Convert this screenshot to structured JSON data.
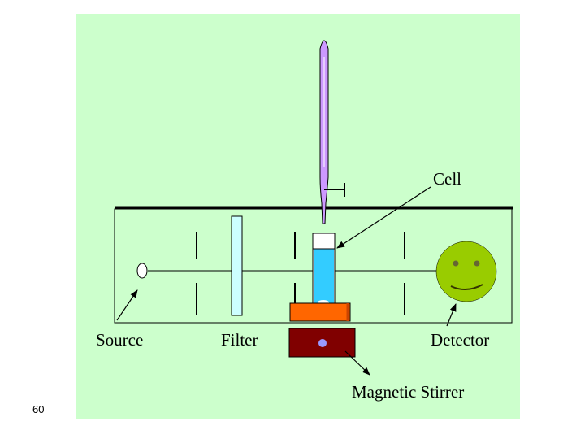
{
  "slide": {
    "page_number": "60"
  },
  "diagram": {
    "labels": {
      "cell": "Cell",
      "source": "Source",
      "filter": "Filter",
      "detector": "Detector",
      "stirrer": "Magnetic Stirrer"
    },
    "colors": {
      "background": "#ccffcc",
      "burette": "#cc99ff",
      "cell_solution": "#33ccff",
      "filter": "#ccffff",
      "cell_holder": "#ff6600",
      "stirrer_base": "#800000",
      "stir_bar": "#9999ff",
      "detector": "#99cc00"
    },
    "icons": {
      "detector": "smiley-face-icon",
      "source": "lamp-oval-icon"
    }
  }
}
